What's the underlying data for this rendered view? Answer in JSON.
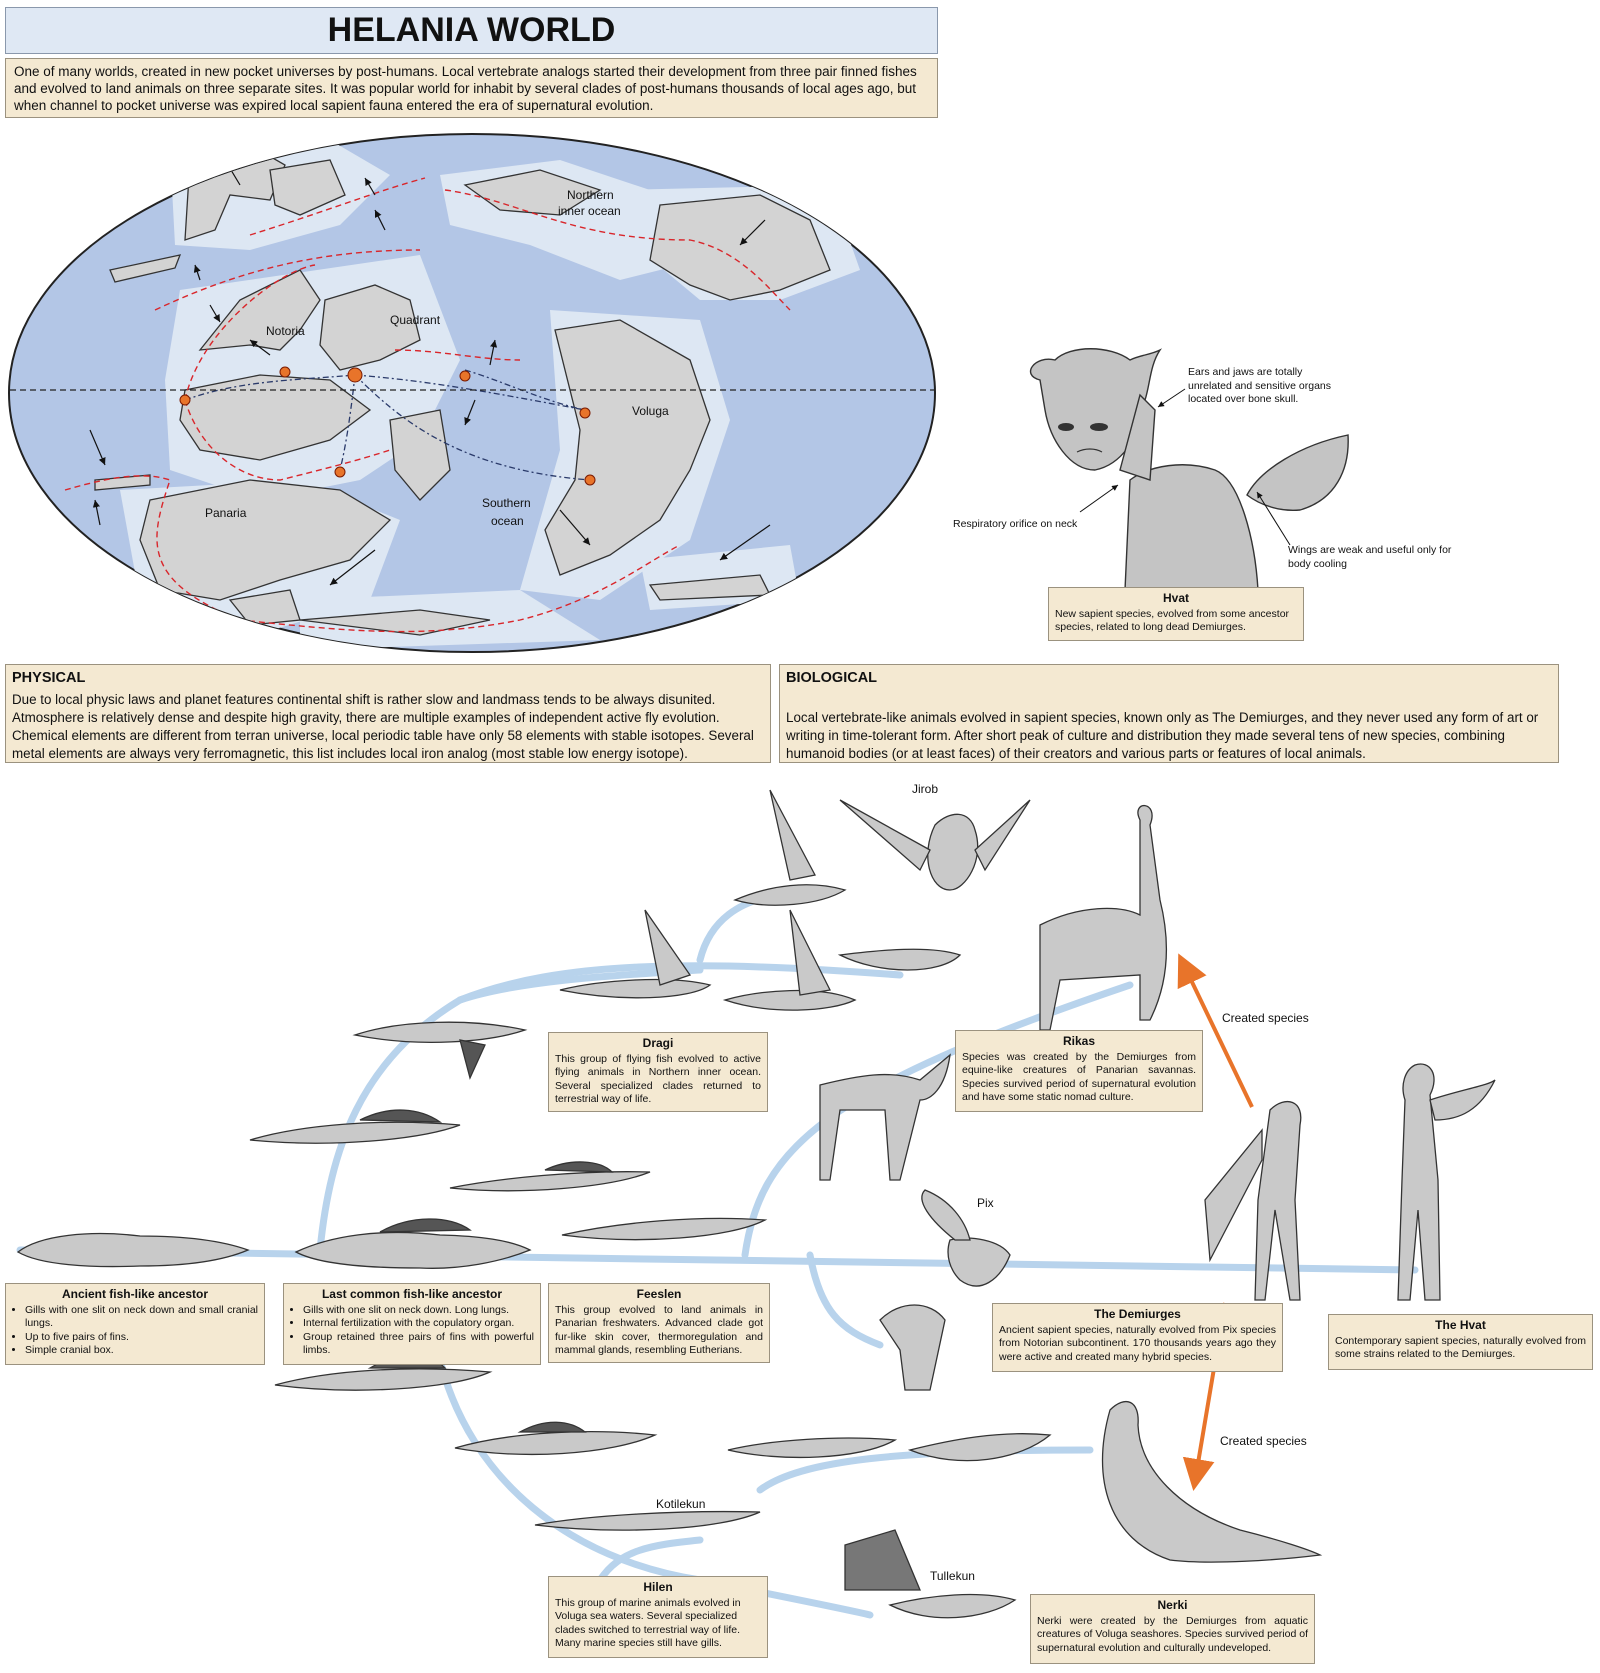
{
  "title": "HELANIA WORLD",
  "intro": "One of many worlds, created in new pocket universes by post-humans. Local vertebrate analogs started their development from three pair finned fishes and evolved to land animals on three separate sites. It was popular world for inhabit by several clades of post-humans thousands of local ages ago, but when channel to pocket universe was expired local sapient fauna entered the era of supernatural evolution.",
  "map": {
    "labels": {
      "northern": "Northern",
      "inner_ocean": "inner ocean",
      "notoria": "Notoria",
      "quadrant": "Quadrant",
      "voluga": "Voluga",
      "panaria": "Panaria",
      "southern": "Southern",
      "ocean": "ocean"
    }
  },
  "hvat_portrait": {
    "note_ears": "Ears and jaws are totally unrelated and sensitive organs located over bone skull.",
    "note_resp": "Respiratory orifice on neck",
    "note_wings": "Wings are weak and useful only for body cooling",
    "box_title": "Hvat",
    "box_text": "New sapient species, evolved from some ancestor species, related to long dead Demiurges."
  },
  "physical": {
    "heading": "PHYSICAL",
    "text": "Due to local physic laws and planet features continental shift is rather slow and landmass tends to be always disunited. Atmosphere is relatively dense and despite high gravity, there are multiple examples of independent active fly evolution. Chemical elements are different from terran universe, local periodic table have only 58 elements with stable isotopes. Several metal elements are always very ferromagnetic, this list includes local iron analog (most stable low energy isotope)."
  },
  "biological": {
    "heading": "BIOLOGICAL",
    "text": "Local vertebrate-like animals evolved in sapient species, known only as The Demiurges, and they never used any form of art or writing in time-tolerant form. After short peak of culture and distribution they made several tens of new species, combining humanoid bodies (or at least faces) of their creators and various parts or features of local animals."
  },
  "tree": {
    "labels": {
      "jirob": "Jirob",
      "pix": "Pix",
      "kotilekun": "Kotilekun",
      "tullekun": "Tullekun",
      "created1": "Created species",
      "created2": "Created species"
    },
    "boxes": {
      "ancient": {
        "title": "Ancient fish-like ancestor",
        "items": [
          "Gills with one slit on neck down and small cranial lungs.",
          "Up to five pairs of fins.",
          "Simple cranial box."
        ]
      },
      "lastcommon": {
        "title": "Last common fish-like ancestor",
        "items": [
          "Gills with one slit on neck down. Long lungs.",
          "Internal fertilization with the copulatory organ.",
          "Group retained three pairs of fins with powerful limbs."
        ]
      },
      "dragi": {
        "title": "Dragi",
        "text": "This group of flying fish evolved to active flying animals in Northern inner ocean. Several specialized clades returned to terrestrial way of life."
      },
      "rikas": {
        "title": "Rikas",
        "text": "Species was created by the Demiurges from equine-like creatures of Panarian savannas. Species survived period of supernatural evolution and have some static nomad culture."
      },
      "feeslen": {
        "title": "Feeslen",
        "text": "This group evolved to land animals in Panarian freshwaters. Advanced clade got fur-like skin cover, thermoregulation and mammal glands, resembling Eutherians."
      },
      "demiurges": {
        "title": "The Demiurges",
        "text": "Ancient sapient species, naturally evolved from Pix species from Notorian subcontinent. 170 thousands years ago they were active and created many hybrid species."
      },
      "thehvat": {
        "title": "The Hvat",
        "text": "Contemporary sapient species, naturally evolved from some strains related to the Demiurges."
      },
      "hilen": {
        "title": "Hilen",
        "text": "This group of marine animals evolved in Voluga sea waters. Several specialized clades switched to terrestrial way of life. Many marine species still have gills."
      },
      "nerki": {
        "title": "Nerki",
        "text": "Nerki were created by the Demiurges from aquatic creatures of Voluga seashores. Species survived period of supernatural evolution and culturally undeveloped."
      }
    }
  },
  "colors": {
    "ocean": "#b3c6e6",
    "shelf": "#dde7f3",
    "land": "#d4d4d4",
    "box": "#f4e9d2",
    "branch": "#b8d3ec",
    "arrow": "#e8742a",
    "rift": "#d9262b"
  }
}
